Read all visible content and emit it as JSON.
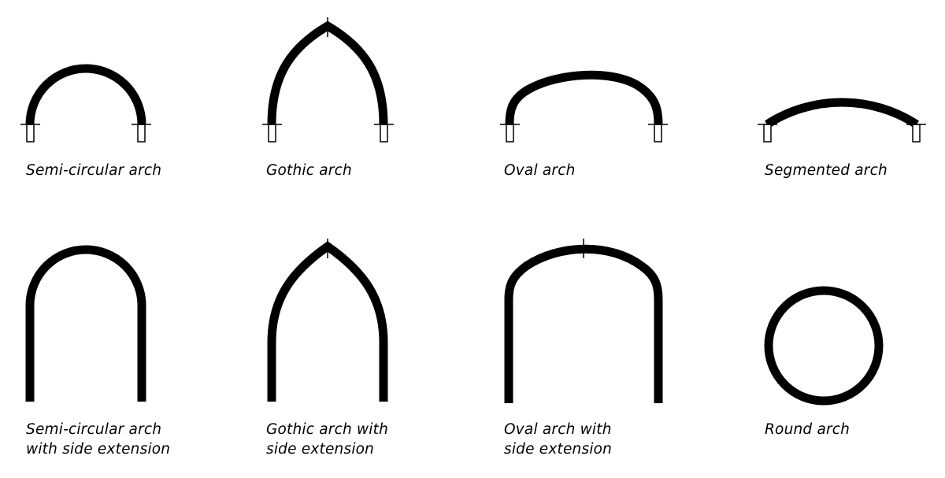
{
  "diagram": {
    "title": "",
    "colors": {
      "stroke": "#000000",
      "background": "#ffffff"
    },
    "arches": [
      {
        "id": "semi-circular",
        "lines": [
          "Semi-circular arch"
        ],
        "type": "semi-circular",
        "has_springers": true
      },
      {
        "id": "gothic",
        "lines": [
          "Gothic arch"
        ],
        "type": "gothic",
        "has_springers": true,
        "apex_mark": true
      },
      {
        "id": "oval",
        "lines": [
          "Oval arch"
        ],
        "type": "oval",
        "has_springers": true
      },
      {
        "id": "segmented",
        "lines": [
          "Segmented arch"
        ],
        "type": "segmented",
        "has_springers": true
      },
      {
        "id": "semi-circular-ext",
        "lines": [
          "Semi-circular arch",
          "with side extension"
        ],
        "type": "semi-circular-extended"
      },
      {
        "id": "gothic-ext",
        "lines": [
          "Gothic arch with",
          "side extension"
        ],
        "type": "gothic-extended",
        "apex_mark": true
      },
      {
        "id": "oval-ext",
        "lines": [
          "Oval arch with",
          "side extension"
        ],
        "type": "oval-extended",
        "apex_mark": true
      },
      {
        "id": "round",
        "lines": [
          "Round arch"
        ],
        "type": "round"
      }
    ]
  }
}
